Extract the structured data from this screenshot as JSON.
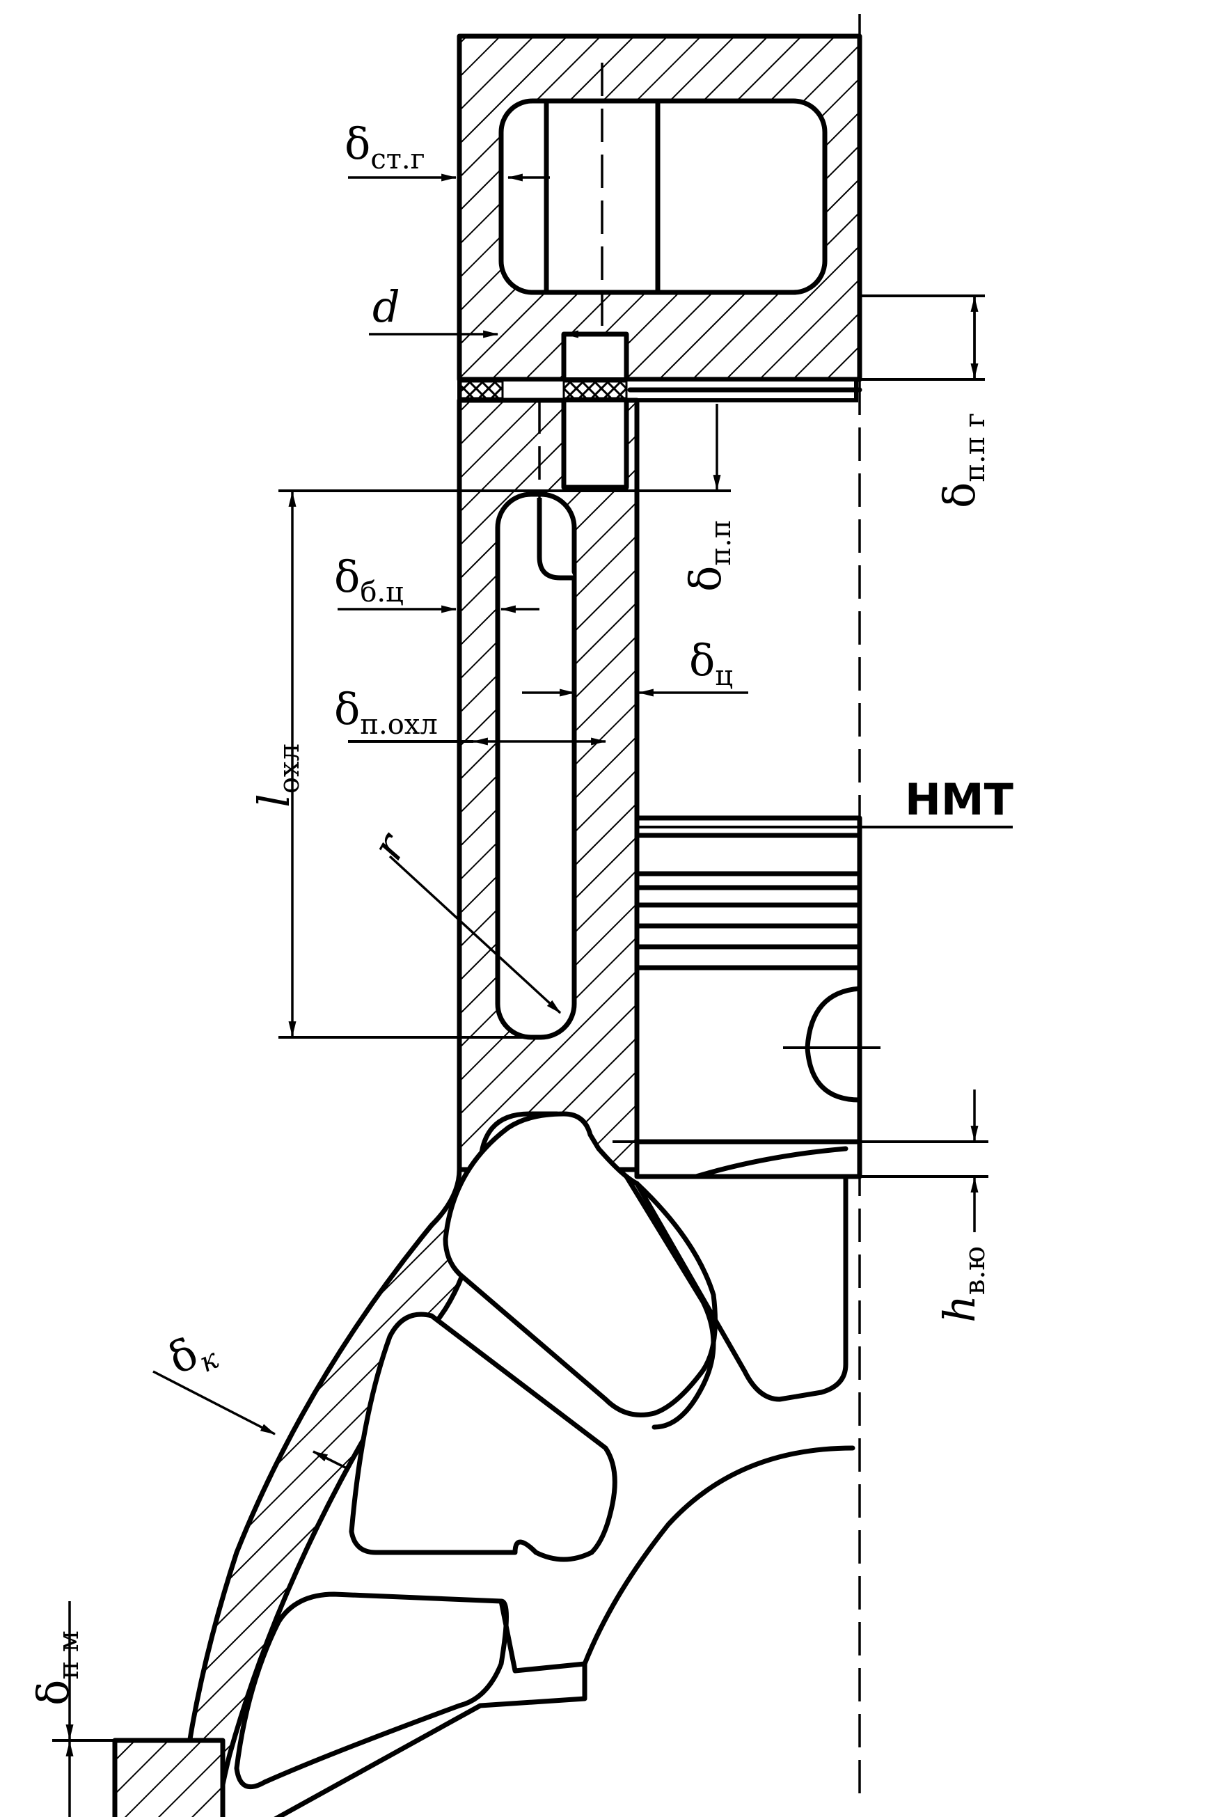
{
  "labels": {
    "delta_st_g": {
      "main": "δ",
      "sub": "ст.г"
    },
    "d": {
      "main": "d"
    },
    "delta_p_p_g": {
      "main": "δ",
      "sub": "п.п г"
    },
    "delta_p_p": {
      "main": "δ",
      "sub": "п.п"
    },
    "delta_b_ts": {
      "main": "δ",
      "sub": "б.ц"
    },
    "delta_ts": {
      "main": "δ",
      "sub": "ц"
    },
    "delta_p_okhl": {
      "main": "δ",
      "sub": "п.охл"
    },
    "l_okhl": {
      "main": "l",
      "sub": "охл"
    },
    "nmt": {
      "main": "НМТ"
    },
    "r": {
      "main": "r"
    },
    "h_v_yu": {
      "main": "h",
      "sub": "в.ю"
    },
    "delta_k": {
      "main": "δ",
      "sub": "к"
    },
    "delta_p_m": {
      "main": "δ",
      "sub": "п м"
    }
  }
}
